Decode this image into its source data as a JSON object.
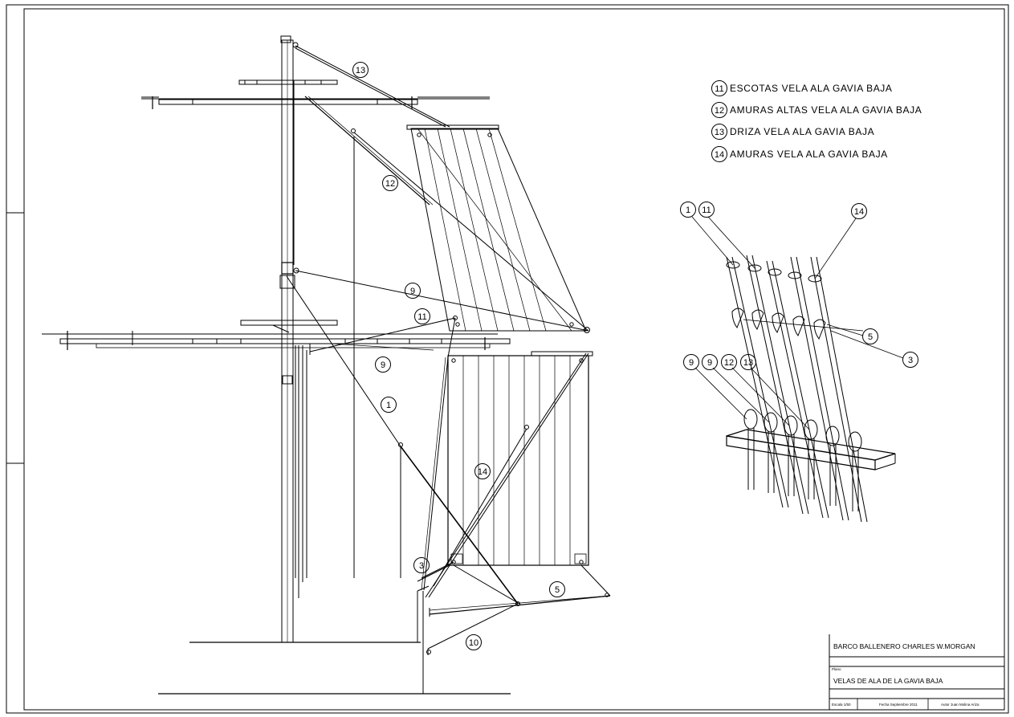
{
  "legend": {
    "items": [
      {
        "num": "11",
        "text": "ESCOTAS VELA ALA GAVIA BAJA"
      },
      {
        "num": "12",
        "text": "AMURAS ALTAS VELA ALA GAVIA BAJA"
      },
      {
        "num": "13",
        "text": "DRIZA VELA ALA GAVIA BAJA"
      },
      {
        "num": "14",
        "text": "AMURAS VELA ALA GAVIA BAJA"
      }
    ]
  },
  "labels": {
    "main": [
      "13",
      "12",
      "9",
      "11",
      "9",
      "1",
      "14",
      "3",
      "5",
      "10"
    ],
    "detail": [
      "1",
      "11",
      "14",
      "5",
      "3",
      "9",
      "9",
      "12",
      "13"
    ]
  },
  "title_block": {
    "project": "BARCO BALLENERO CHARLES W.MORGAN",
    "plano_label": "Plano",
    "title": "VELAS DE ALA DE LA GAVIA BAJA",
    "escala": "Escala 1/50",
    "fecha": "Fecha Septiembre 2011",
    "autor": "Autor Juan Molina Ariza"
  }
}
